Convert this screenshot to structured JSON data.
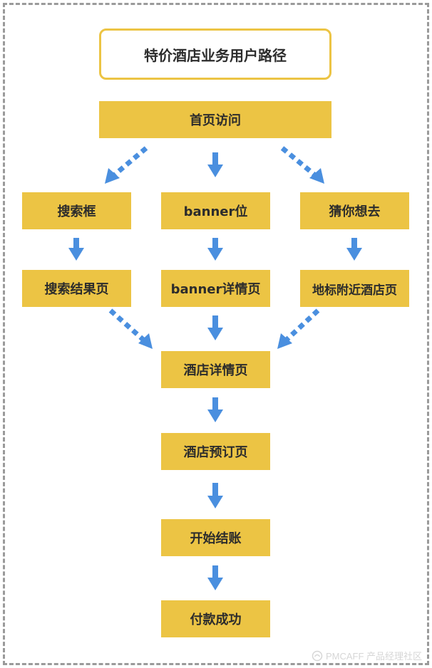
{
  "title": "特价酒店业务用户路径",
  "nodes": {
    "home": "首页访问",
    "search_box": "搜索框",
    "banner_slot": "banner位",
    "guess": "猜你想去",
    "search_results": "搜索结果页",
    "banner_detail": "banner详情页",
    "nearby_hotels": "地标附近酒店页",
    "hotel_detail": "酒店详情页",
    "hotel_booking": "酒店预订页",
    "checkout": "开始结账",
    "payment_success": "付款成功"
  },
  "watermark": "PMCAFF 产品经理社区",
  "colors": {
    "node_fill": "#ecc444",
    "title_border": "#ecc444",
    "arrow": "#4a8fdf",
    "frame": "#9a9a9a",
    "text": "#2c2c2c"
  }
}
